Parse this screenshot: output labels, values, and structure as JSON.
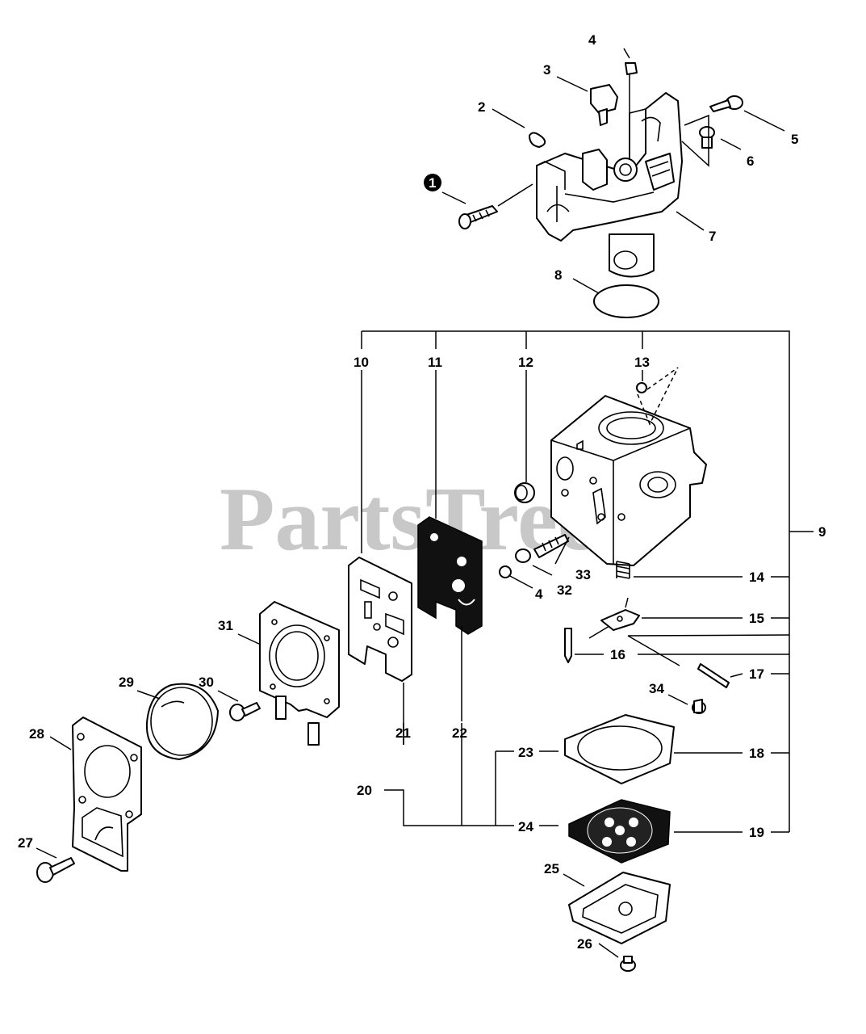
{
  "watermark": "PartsTree",
  "callouts": [
    {
      "id": "c1",
      "text": "1"
    },
    {
      "id": "c2",
      "text": "2"
    },
    {
      "id": "c3",
      "text": "3"
    },
    {
      "id": "c4a",
      "text": "4"
    },
    {
      "id": "c5",
      "text": "5"
    },
    {
      "id": "c6",
      "text": "6"
    },
    {
      "id": "c7",
      "text": "7"
    },
    {
      "id": "c8",
      "text": "8"
    },
    {
      "id": "c9",
      "text": "9"
    },
    {
      "id": "c10",
      "text": "10"
    },
    {
      "id": "c11",
      "text": "11"
    },
    {
      "id": "c12",
      "text": "12"
    },
    {
      "id": "c13",
      "text": "13"
    },
    {
      "id": "c14",
      "text": "14"
    },
    {
      "id": "c15",
      "text": "15"
    },
    {
      "id": "c16",
      "text": "16"
    },
    {
      "id": "c17",
      "text": "17"
    },
    {
      "id": "c18",
      "text": "18"
    },
    {
      "id": "c19",
      "text": "19"
    },
    {
      "id": "c20",
      "text": "20"
    },
    {
      "id": "c21",
      "text": "21"
    },
    {
      "id": "c22",
      "text": "22"
    },
    {
      "id": "c23",
      "text": "23"
    },
    {
      "id": "c24",
      "text": "24"
    },
    {
      "id": "c25",
      "text": "25"
    },
    {
      "id": "c26",
      "text": "26"
    },
    {
      "id": "c27",
      "text": "27"
    },
    {
      "id": "c28",
      "text": "28"
    },
    {
      "id": "c29",
      "text": "29"
    },
    {
      "id": "c30",
      "text": "30"
    },
    {
      "id": "c31",
      "text": "31"
    },
    {
      "id": "c32",
      "text": "32"
    },
    {
      "id": "c33",
      "text": "33"
    },
    {
      "id": "c34",
      "text": "34"
    },
    {
      "id": "c4b",
      "text": "4"
    }
  ]
}
